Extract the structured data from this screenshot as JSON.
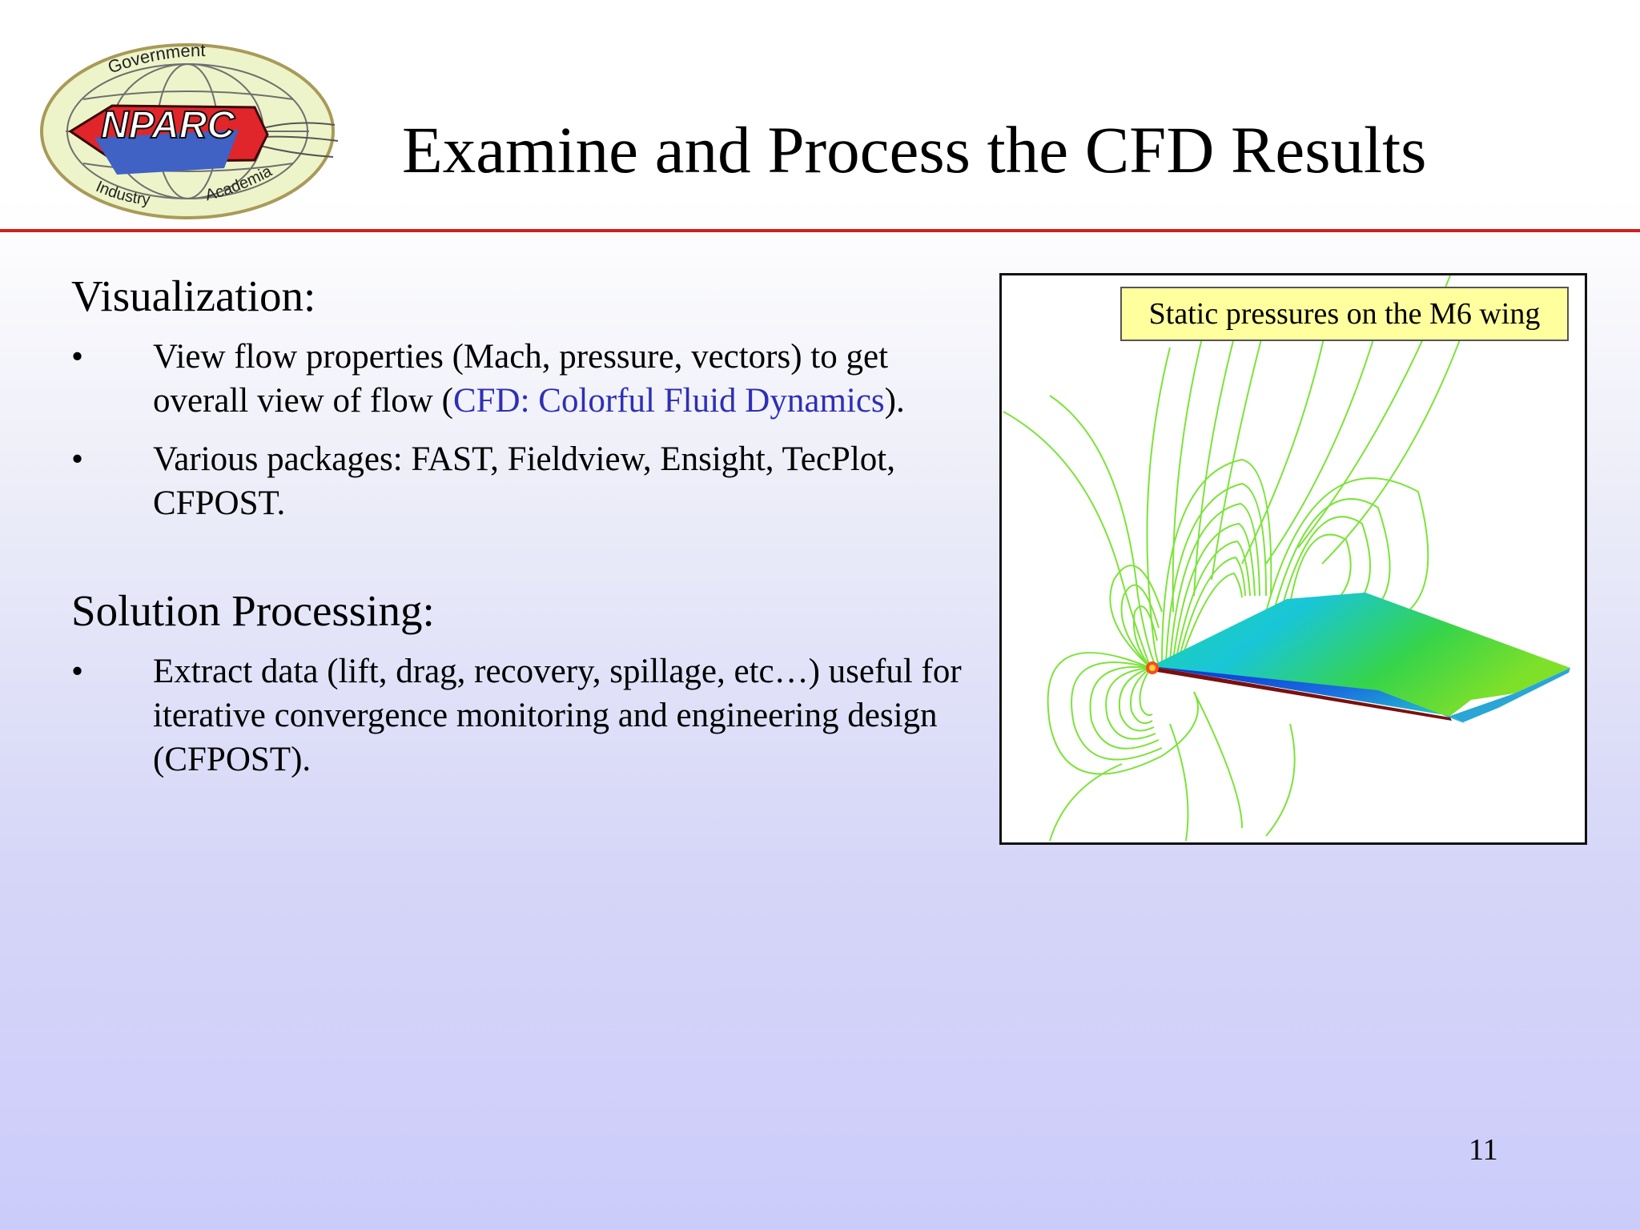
{
  "logo": {
    "name": "NPARC",
    "ring_text_top": "Government",
    "ring_text_left": "Industry",
    "ring_text_right": "Academia"
  },
  "title": "Examine and Process the CFD Results",
  "visualization": {
    "heading": "Visualization:",
    "bullets": [
      {
        "mark": "•",
        "text_before": "View flow properties (Mach, pressure, vectors) to get overall view of flow (",
        "highlight": "CFD: Colorful Fluid Dynamics",
        "text_after": ")."
      },
      {
        "mark": "•",
        "text": "Various packages: FAST, Fieldview, Ensight, TecPlot, CFPOST."
      }
    ]
  },
  "solution_processing": {
    "heading": "Solution Processing:",
    "bullets": [
      {
        "mark": "•",
        "text": "Extract data (lift, drag, recovery, spillage, etc…) useful for iterative convergence monitoring and engineering design (CFPOST)."
      }
    ]
  },
  "figure": {
    "caption": "Static pressures on the M6 wing"
  },
  "page_number": "11",
  "colors": {
    "rule": "#d11f1f",
    "highlight_text": "#2f2fb4",
    "caption_background": "#ffff9e",
    "logo_blue": "#3f62c4",
    "logo_red": "#e0262a",
    "contour_green": "#7ce33a"
  }
}
